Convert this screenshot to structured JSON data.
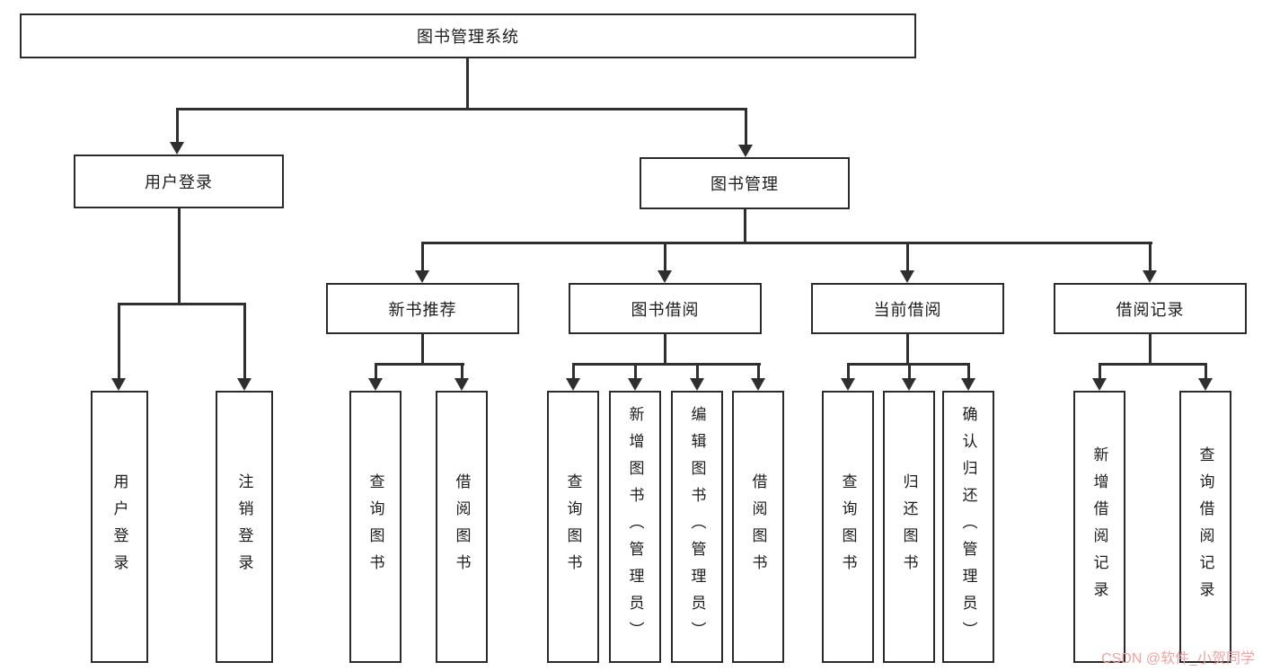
{
  "diagram": {
    "root": "图书管理系统",
    "branches": [
      {
        "label": "用户登录",
        "leaves": [
          "用户登录",
          "注销登录"
        ]
      },
      {
        "label": "图书管理",
        "groups": [
          {
            "label": "新书推荐",
            "leaves": [
              "查询图书",
              "借阅图书"
            ]
          },
          {
            "label": "图书借阅",
            "leaves": [
              "查询图书",
              "新增图书（管理员）",
              "编辑图书（管理员）",
              "借阅图书"
            ]
          },
          {
            "label": "当前借阅",
            "leaves": [
              "查询图书",
              "归还图书",
              "确认归还（管理员）"
            ]
          },
          {
            "label": "借阅记录",
            "leaves": [
              "新增借阅记录",
              "查询借阅记录"
            ]
          }
        ]
      }
    ]
  },
  "colors": {
    "line": "#2f2f2f",
    "box_border": "#2b2b2b",
    "watermark": "#f0a3a3"
  },
  "watermark": "CSDN @软件_小贺同学"
}
